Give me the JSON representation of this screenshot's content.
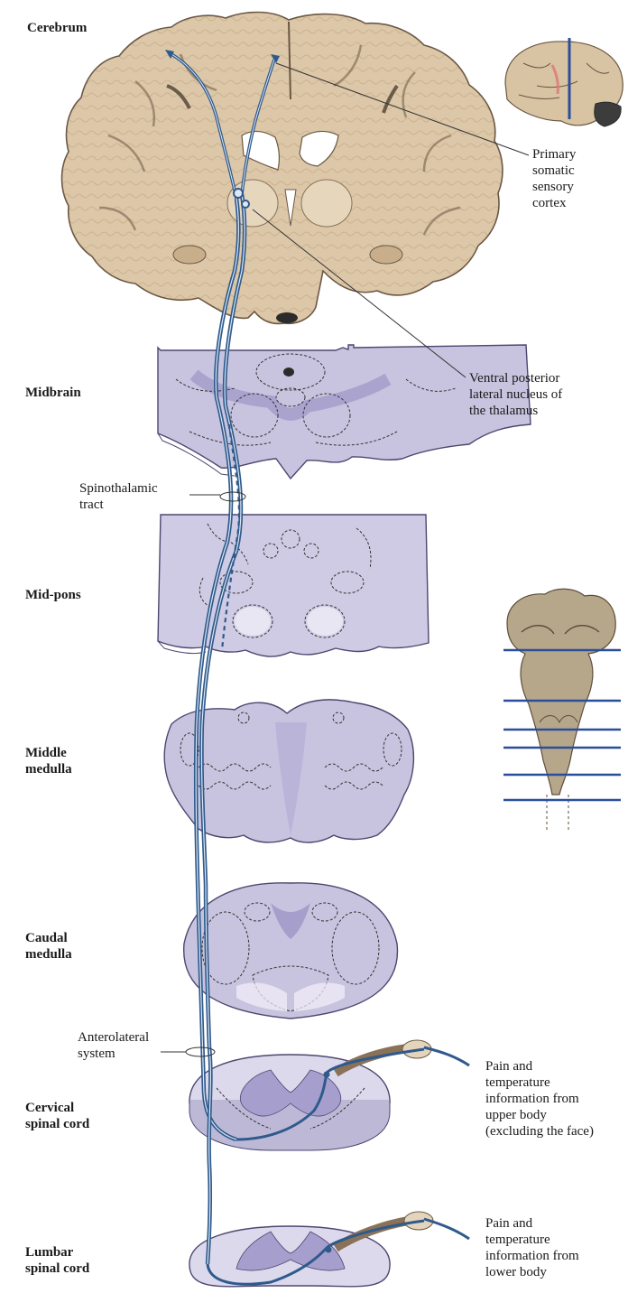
{
  "levels": {
    "cerebrum": "Cerebrum",
    "midbrain": "Midbrain",
    "midpons": "Mid-pons",
    "middle_medulla": [
      "Middle",
      "medulla"
    ],
    "caudal_medulla": [
      "Caudal",
      "medulla"
    ],
    "cervical": [
      "Cervical",
      "spinal cord"
    ],
    "lumbar": [
      "Lumbar",
      "spinal cord"
    ]
  },
  "annotations": {
    "primary_cortex": [
      "Primary",
      "somatic",
      "sensory",
      "cortex"
    ],
    "vpl": [
      "Ventral posterior",
      "lateral nucleus of",
      "the thalamus"
    ],
    "spinothalamic": [
      "Spinothalamic",
      "tract"
    ],
    "anterolateral": [
      "Anterolateral",
      "system"
    ],
    "upper_body": [
      "Pain and",
      "temperature",
      "information from",
      "upper body",
      "(excluding the face)"
    ],
    "lower_body": [
      "Pain and",
      "temperature",
      "information from",
      "lower body"
    ]
  },
  "colors": {
    "brain": "#dcc7a8",
    "brain_edge": "#6b5844",
    "section": "#c8c4df",
    "section_dark": "#9d95c6",
    "section_edge": "#4d4670",
    "tract": "#2f5a8c",
    "tract_light": "#dde8f4",
    "cut_line": "#2a4f9a"
  }
}
